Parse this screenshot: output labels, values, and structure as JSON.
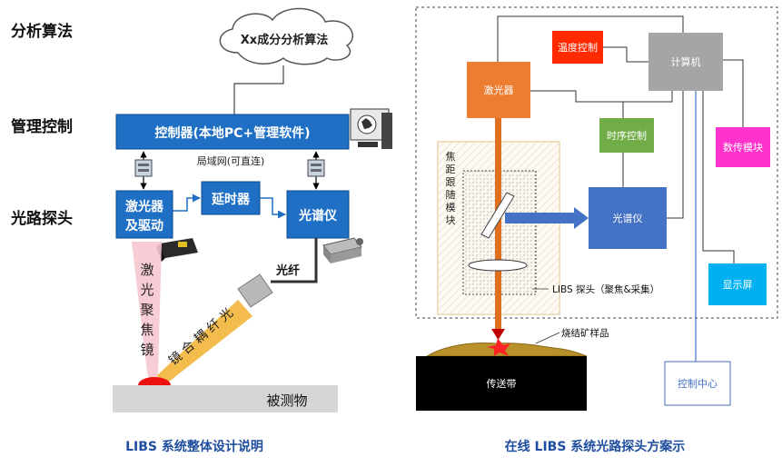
{
  "left": {
    "row_labels": {
      "algorithm": "分析算法",
      "management": "管理控制",
      "optical": "光路探头"
    },
    "cloud_label": "Xx成分分析算法",
    "controller_label": "控制器(本地PC+管理软件)",
    "lan_label": "局域网(可直连)",
    "laser_label_line1": "激光器",
    "laser_label_line2": "及驱动",
    "delay_label": "延时器",
    "spectrometer_label": "光谱仪",
    "fiber_label": "光纤",
    "focus_lens_chars": [
      "激",
      "光",
      "聚",
      "焦",
      "镜"
    ],
    "coupling_lens_chars": [
      "光",
      "纤",
      "耦",
      "合",
      "镜"
    ],
    "target_label": "被测物",
    "caption": "LIBS 系统整体设计说明"
  },
  "right": {
    "temp_control": "温度控制",
    "computer": "计算机",
    "laser": "激光器",
    "timing_control": "时序控制",
    "data_module": "数传模块",
    "tracking_chars": [
      "焦",
      "距",
      "跟",
      "随",
      "模",
      "块"
    ],
    "spectrometer": "光谱仪",
    "display": "显示屏",
    "probe_label": "LIBS 探头（聚焦&采集）",
    "sample_label": "烧结矿样品",
    "conveyor": "传送带",
    "control_center": "控制中心",
    "caption": "在线 LIBS 系统光路探头方案示"
  },
  "colors": {
    "blue_box": "#1f6fc5",
    "laser_orange": "#ed7d31",
    "temp_red": "#ff2a00",
    "computer_gray": "#a5a5a5",
    "timing_green": "#70ad47",
    "data_magenta": "#ff33cc",
    "spec_blue": "#4472c4",
    "display_cyan": "#00b0f0",
    "control_line_blue": "#4472c4",
    "pink_beam": "#f7c6cf",
    "gold_beam": "#f2b53a",
    "caption_blue": "#1f4e9e"
  }
}
